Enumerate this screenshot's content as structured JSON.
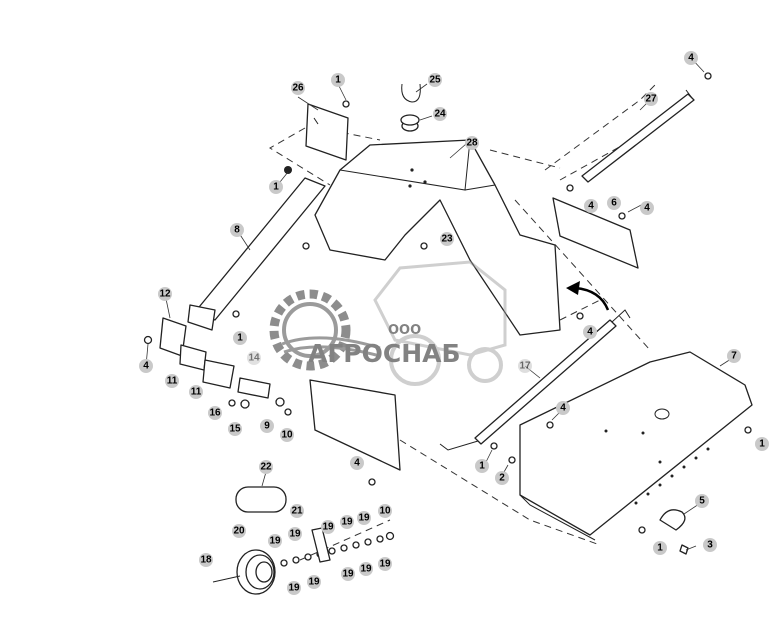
{
  "diagram": {
    "callouts": {
      "c1a": "1",
      "c1b": "1",
      "c1c": "1",
      "c1d": "1",
      "c1e": "1",
      "c1f": "1",
      "c2": "2",
      "c3": "3",
      "c4a": "4",
      "c4b": "4",
      "c4c": "4",
      "c4d": "4",
      "c4e": "4",
      "c4f": "4",
      "c4g": "4",
      "c5": "5",
      "c6": "6",
      "c7": "7",
      "c8": "8",
      "c9": "9",
      "c10a": "10",
      "c10b": "10",
      "c11a": "11",
      "c11b": "11",
      "c12": "12",
      "c14": "14",
      "c15": "15",
      "c16": "16",
      "c17": "17",
      "c18": "18",
      "c19a": "19",
      "c19b": "19",
      "c19c": "19",
      "c19d": "19",
      "c19e": "19",
      "c19f": "19",
      "c19g": "19",
      "c19h": "19",
      "c19i": "19",
      "c19j": "19",
      "c20": "20",
      "c21": "21",
      "c22": "22",
      "c23": "23",
      "c24": "24",
      "c25": "25",
      "c26": "26",
      "c27": "27",
      "c28": "28"
    }
  },
  "watermark": {
    "prefix": "ООО",
    "name": "АГРОСНАБ"
  }
}
